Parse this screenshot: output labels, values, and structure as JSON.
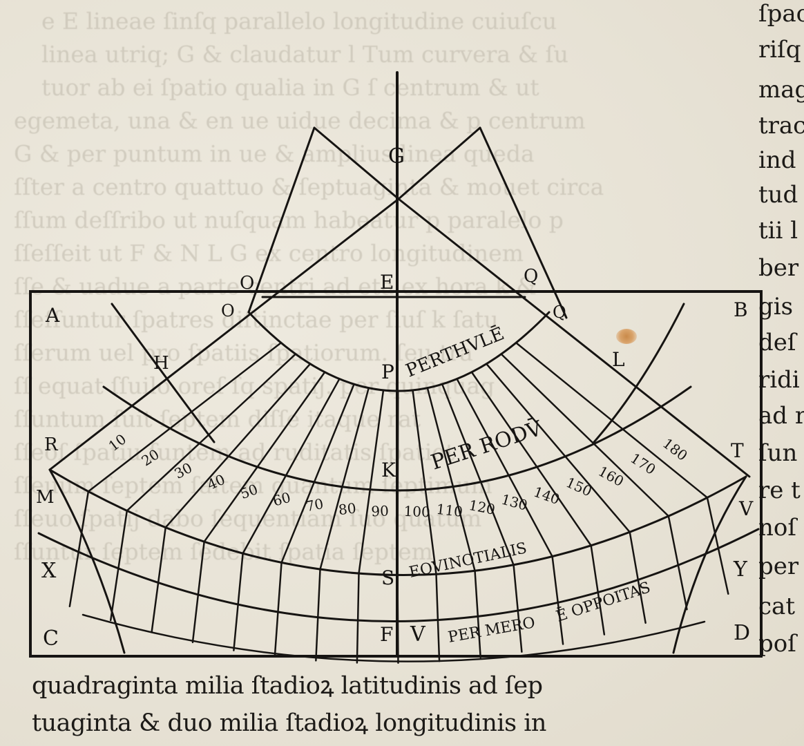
{
  "bleed_text": {
    "lines": [
      "e E lineae ſinſq parallelo longitudine cuiuſcu",
      "linea utriq; G & claudatur l Tum curvera & ſu",
      "tuor ab ei ſpatio qualia in G ſ centrum & ut",
      "egemeta, una & en ue uidue decima & p centrum",
      "G & per puntum in ue & amplius linea queda",
      "ſſter a centro quattuo & ſeptuaginta & mouet circa",
      "ſſum deſſribo ut nuſquam habeatur p paralelo p",
      "ſſeſſeit ut F & N L G ex centro longitudinem",
      "ſſe & uadue a parte centri ad eta ex hora k &",
      "ſſeſſuntur ſpatres diſtinctae per ſiuſ k ſatu",
      "ſſerum uel pro ſpatiis ſpatiorum. ſeu tra",
      "ſſ equat ſſuilo oreſ ſq spatij. per quinquag",
      "ſſuntum ſuit ſeptem diſſe itaque rat",
      "ſſeoſ ſpatiu ſuntem ad ruditatis ſpatiet",
      "ſſeuum ſeptem ſaltem quantum ſeptimum",
      "ſſeuo ſpatij dabo ſequentiam ſuo quatum",
      "ſſuntur ſeptem ſedebit ſpatia ſeptem"
    ]
  },
  "right_column": {
    "lines": [
      "ſpac",
      "riſq",
      "mag",
      "trac",
      "ind",
      "tud",
      "tii l",
      "ber",
      "gis",
      "deſ",
      "ridi",
      "ad r",
      "ſun",
      "re t",
      "noſ",
      "per",
      "cat",
      "poſ"
    ]
  },
  "diagram": {
    "point_labels": {
      "G": "G",
      "E": "E",
      "O_outer": "O",
      "O_inner": "O",
      "Q_outer": "Q",
      "Q_inner": "Q",
      "A": "A",
      "B": "B",
      "H": "H",
      "L": "L",
      "P": "P",
      "R": "R",
      "T": "T",
      "K": "K",
      "M": "M",
      "V_right": "V",
      "X": "X",
      "Y": "Y",
      "S": "S",
      "C": "C",
      "F": "F",
      "V_bottom": "V",
      "D": "D"
    },
    "arc_labels": {
      "perthule": "PERTHVLĒ",
      "perrodu": "PER RODV̄",
      "equinotialis": "EQVINOTIALIS",
      "oppositas": "Ē OPPOITAS",
      "permeroe": "PER MERO"
    },
    "hour_numbers": [
      "10",
      "20",
      "30",
      "40",
      "50",
      "60",
      "70",
      "80",
      "90",
      "100",
      "110",
      "120",
      "130",
      "140",
      "150",
      "160",
      "170",
      "180"
    ]
  },
  "caption": {
    "line1": "quadraginta milia ſtadioꝝ latitudinis ad ſep",
    "line2": "tuaginta & duo milia ſtadioꝝ longitudinis in"
  },
  "colors": {
    "paper": "#e9e4d8",
    "ink": "#161412",
    "stain": "#c98a4a"
  }
}
